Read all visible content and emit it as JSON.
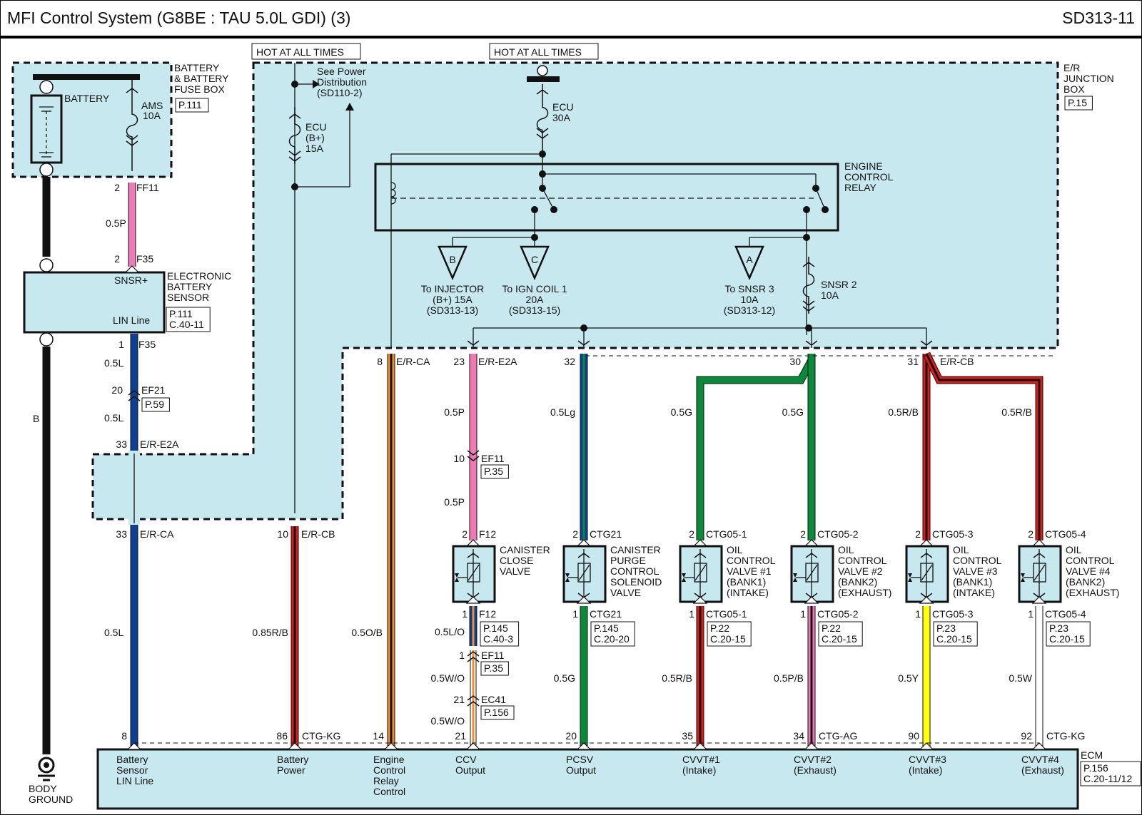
{
  "header": {
    "title": "MFI Control System (G8BE : TAU 5.0L GDI) (3)",
    "page_code": "SD313-11"
  },
  "hot_labels": [
    "HOT AT ALL TIMES",
    "HOT AT ALL TIMES"
  ],
  "battery_box": {
    "name": [
      "BATTERY",
      "& BATTERY",
      "FUSE BOX"
    ],
    "ref": "P.111",
    "battery_label": "BATTERY",
    "fuse_name": "AMS",
    "fuse_rating": "10A"
  },
  "junction_box": {
    "name": [
      "E/R",
      "JUNCTION",
      "BOX"
    ],
    "ref": "P.15",
    "power_dist": [
      "See Power",
      "Distribution",
      "(SD110-2)"
    ],
    "fuse_ecu_bplus": [
      "ECU",
      "(B+)",
      "15A"
    ],
    "fuse_ecu": [
      "ECU",
      "30A"
    ],
    "fuse_snsr2": [
      "SNSR 2",
      "10A"
    ],
    "relay_name": [
      "ENGINE",
      "CONTROL",
      "RELAY"
    ],
    "offpage": [
      {
        "letter": "B",
        "text": [
          "To INJECTOR",
          "(B+) 15A",
          "(SD313-13)"
        ]
      },
      {
        "letter": "C",
        "text": [
          "To IGN COIL 1",
          "20A",
          "(SD313-15)"
        ]
      },
      {
        "letter": "A",
        "text": [
          "To SNSR 3",
          "10A",
          "(SD313-12)"
        ]
      }
    ]
  },
  "battery_sensor": {
    "name": [
      "ELECTRONIC",
      "BATTERY",
      "SENSOR"
    ],
    "refs": [
      "P.111",
      "C.40-11"
    ],
    "pin_top": "SNSR+",
    "pin_bottom": "LIN Line"
  },
  "ground": {
    "wire": "B",
    "label": [
      "BODY",
      "GROUND"
    ]
  },
  "wire_colors": {
    "P": "#f07ab8",
    "L": "#0d3f96",
    "G": "#0b8a3a",
    "R": "#e01b1b",
    "O": "#f0902a",
    "Y": "#ffff10",
    "W": "#ffffff",
    "B": "#111111",
    "box_fill": "#c8e8f0"
  },
  "connectors": {
    "ff11": {
      "pin": "2",
      "name": "FF11"
    },
    "f35_top": {
      "pin": "2",
      "name": "F35"
    },
    "f35_bot": {
      "pin": "1",
      "name": "F35"
    },
    "ef21": {
      "pin": "20",
      "name": "EF21",
      "ref": "P.59"
    },
    "er_e2a_33": {
      "pin": "33",
      "name": "E/R-E2A"
    },
    "er_ca_33": {
      "pin": "33",
      "name": "E/R-CA"
    },
    "er_cb_10": {
      "pin": "10",
      "name": "E/R-CB"
    },
    "er_ca_8": {
      "pin": "8",
      "name": "E/R-CA"
    },
    "er_e2a_23": {
      "pin": "23",
      "name": "E/R-E2A"
    },
    "pin32": {
      "pin": "32"
    },
    "pin30": {
      "pin": "30"
    },
    "er_cb_31": {
      "pin": "31",
      "name": "E/R-CB"
    },
    "ef11_10": {
      "pin": "10",
      "name": "EF11",
      "ref": "P.35"
    },
    "ef11_1": {
      "pin": "1",
      "name": "EF11",
      "ref": "P.35"
    },
    "ec41": {
      "pin": "21",
      "name": "EC41",
      "ref": "P.156"
    }
  },
  "wire_labels": {
    "ff11_f35": "0.5P",
    "f35_ef21": "0.5L",
    "ef21_e2a": "0.5L",
    "ca_ecm": "0.5L",
    "cb_ecm": "0.85R/B",
    "relay_ctrl": "0.5O/B",
    "e2a_ef11": "0.5P",
    "ef11_f12": "0.5P",
    "ccv_out1": "0.5L/O",
    "ccv_out2": "0.5W/O",
    "ccv_out3": "0.5W/O",
    "pcsv_in": "0.5Lg",
    "pcsv_out": "0.5G",
    "ocv1_in": "0.5G",
    "ocv2_in": "0.5G",
    "ocv3_in": "0.5R/B",
    "ocv4_in": "0.5R/B",
    "ocv1_out": "0.5R/B",
    "ocv2_out": "0.5P/B",
    "ocv3_out": "0.5Y",
    "ocv4_out": "0.5W"
  },
  "valves": [
    {
      "name": [
        "CANISTER",
        "CLOSE",
        "VALVE"
      ],
      "top": {
        "pin": "2",
        "conn": "F12"
      },
      "bot": {
        "pin": "1",
        "conn": "F12"
      },
      "refs": [
        "P.145",
        "C.40-3"
      ]
    },
    {
      "name": [
        "CANISTER",
        "PURGE",
        "CONTROL",
        "SOLENOID",
        "VALVE"
      ],
      "top": {
        "pin": "2",
        "conn": "CTG21"
      },
      "bot": {
        "pin": "1",
        "conn": "CTG21"
      },
      "refs": [
        "P.145",
        "C.20-20"
      ]
    },
    {
      "name": [
        "OIL",
        "CONTROL",
        "VALVE #1",
        "(BANK1)",
        "(INTAKE)"
      ],
      "top": {
        "pin": "2",
        "conn": "CTG05-1"
      },
      "bot": {
        "pin": "1",
        "conn": "CTG05-1"
      },
      "refs": [
        "P.22",
        "C.20-15"
      ]
    },
    {
      "name": [
        "OIL",
        "CONTROL",
        "VALVE #2",
        "(BANK2)",
        "(EXHAUST)"
      ],
      "top": {
        "pin": "2",
        "conn": "CTG05-2"
      },
      "bot": {
        "pin": "1",
        "conn": "CTG05-2"
      },
      "refs": [
        "P.22",
        "C.20-15"
      ]
    },
    {
      "name": [
        "OIL",
        "CONTROL",
        "VALVE #3",
        "(BANK1)",
        "(INTAKE)"
      ],
      "top": {
        "pin": "2",
        "conn": "CTG05-3"
      },
      "bot": {
        "pin": "1",
        "conn": "CTG05-3"
      },
      "refs": [
        "P.23",
        "C.20-15"
      ]
    },
    {
      "name": [
        "OIL",
        "CONTROL",
        "VALVE #4",
        "(BANK2)",
        "(EXHAUST)"
      ],
      "top": {
        "pin": "2",
        "conn": "CTG05-4"
      },
      "bot": {
        "pin": "1",
        "conn": "CTG05-4"
      },
      "refs": [
        "P.23",
        "C.20-15"
      ]
    }
  ],
  "ecm": {
    "name": "ECM",
    "refs": [
      "P.156",
      "C.20-11/12"
    ],
    "pins": [
      {
        "pin": "8",
        "conn": "",
        "label": [
          "Battery",
          "Sensor",
          "LIN Line"
        ]
      },
      {
        "pin": "86",
        "conn": "CTG-KG",
        "label": [
          "Battery",
          "Power"
        ]
      },
      {
        "pin": "14",
        "conn": "",
        "label": [
          "Engine",
          "Control",
          "Relay",
          "Control"
        ]
      },
      {
        "pin": "21",
        "conn": "",
        "label": [
          "CCV",
          "Output"
        ]
      },
      {
        "pin": "20",
        "conn": "",
        "label": [
          "PCSV",
          "Output"
        ]
      },
      {
        "pin": "35",
        "conn": "",
        "label": [
          "CVVT#1",
          "(Intake)"
        ]
      },
      {
        "pin": "34",
        "conn": "CTG-AG",
        "label": [
          "CVVT#2",
          "(Exhaust)"
        ]
      },
      {
        "pin": "90",
        "conn": "",
        "label": [
          "CVVT#3",
          "(Intake)"
        ]
      },
      {
        "pin": "92",
        "conn": "CTG-KG",
        "label": [
          "CVVT#4",
          "(Exhaust)"
        ]
      }
    ]
  }
}
